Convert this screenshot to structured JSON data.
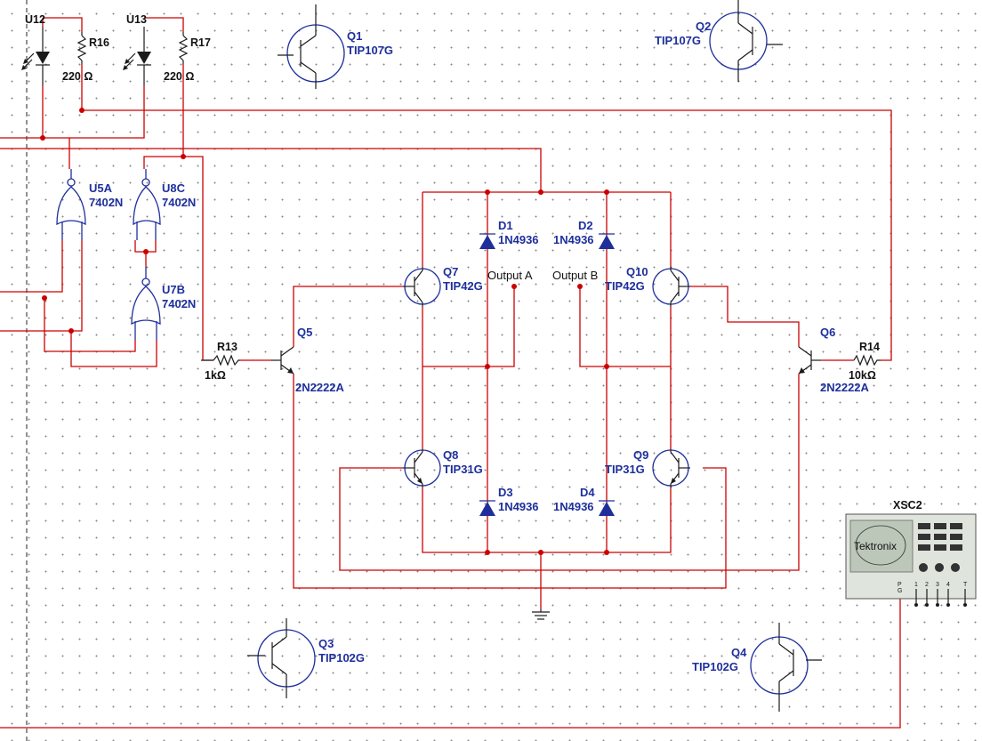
{
  "colors": {
    "wire": "#cc0000",
    "component": "#1e2f9c",
    "symbol": "#1a1a1a",
    "grid_dot": "#8a8a8a",
    "background": "#ffffff"
  },
  "components": {
    "U12": {
      "ref": "U12"
    },
    "U13": {
      "ref": "U13"
    },
    "R16": {
      "ref": "R16",
      "value": "220 Ω"
    },
    "R17": {
      "ref": "R17",
      "value": "220 Ω"
    },
    "R13": {
      "ref": "R13",
      "value": "1kΩ"
    },
    "R14": {
      "ref": "R14",
      "value": "10kΩ"
    },
    "Q1": {
      "ref": "Q1",
      "part": "TIP107G"
    },
    "Q2": {
      "ref": "Q2",
      "part": "TIP107G"
    },
    "Q3": {
      "ref": "Q3",
      "part": "TIP102G"
    },
    "Q4": {
      "ref": "Q4",
      "part": "TIP102G"
    },
    "Q5": {
      "ref": "Q5",
      "part": "2N2222A"
    },
    "Q6": {
      "ref": "Q6",
      "part": "2N2222A"
    },
    "Q7": {
      "ref": "Q7",
      "part": "TIP42G"
    },
    "Q8": {
      "ref": "Q8",
      "part": "TIP31G"
    },
    "Q9": {
      "ref": "Q9",
      "part": "TIP31G"
    },
    "Q10": {
      "ref": "Q10",
      "part": "TIP42G"
    },
    "D1": {
      "ref": "D1",
      "part": "1N4936"
    },
    "D2": {
      "ref": "D2",
      "part": "1N4936"
    },
    "D3": {
      "ref": "D3",
      "part": "1N4936"
    },
    "D4": {
      "ref": "D4",
      "part": "1N4936"
    },
    "U5A": {
      "ref": "U5A",
      "part": "7402N"
    },
    "U8C": {
      "ref": "U8C",
      "part": "7402N"
    },
    "U7B": {
      "ref": "U7B",
      "part": "7402N"
    },
    "XSC2": {
      "ref": "XSC2",
      "brand": "Tektronix",
      "channels": [
        "P",
        "G",
        "1",
        "2",
        "3",
        "4",
        "T"
      ]
    }
  },
  "net_labels": {
    "output_a": "Output A",
    "output_b": "Output B"
  }
}
